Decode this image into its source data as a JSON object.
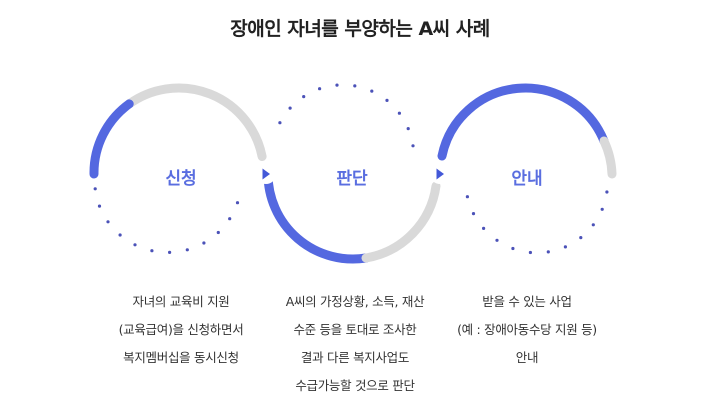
{
  "title": "장애인 자녀를 부양하는 A씨 사례",
  "accent_color": "#5468e0",
  "track_color": "#d9d9d9",
  "dot_color": "#4b52b8",
  "steps": [
    {
      "label": "신청",
      "description": [
        "자녀의 교육비 지원",
        "(교육급여)을 신청하면서",
        "복지멤버십을 동시신청"
      ]
    },
    {
      "label": "판단",
      "description": [
        "A씨의 가정상황, 소득, 재산",
        "수준 등을 토대로 조사한",
        "결과 다른 복지사업도",
        "수급가능할 것으로 판단"
      ]
    },
    {
      "label": "안내",
      "description": [
        "받을 수 있는 사업",
        "(예 : 장애아동수당 지원 등)",
        "안내"
      ]
    }
  ]
}
